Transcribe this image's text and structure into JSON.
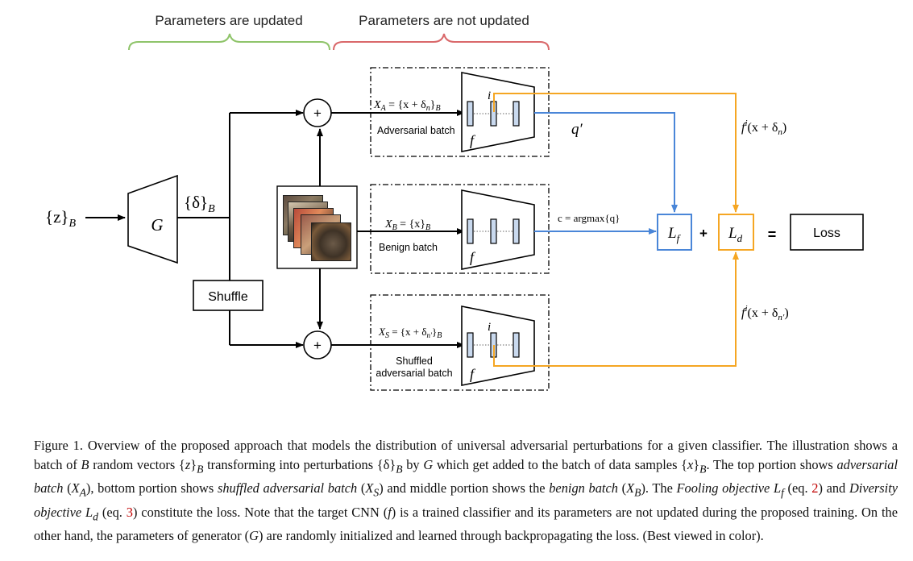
{
  "colors": {
    "green": "#8fc46a",
    "red": "#d9686a",
    "blue": "#4a86d8",
    "orange": "#f5a623",
    "black": "#000000",
    "layer_fill": "#c9d9ee"
  },
  "headers": {
    "updated": "Parameters are updated",
    "not_updated": "Parameters are not updated"
  },
  "input": {
    "label": "{z}",
    "sub": "B"
  },
  "generator": {
    "label": "G"
  },
  "perturbation": {
    "label": "{δ}",
    "sub": "B"
  },
  "shuffle": {
    "label": "Shuffle"
  },
  "plus_symbol": "+",
  "equals_symbol": "=",
  "adv": {
    "formula_main": "X",
    "formula_sub": "A",
    "formula_rest": " = {x + δ",
    "formula_rest_sub": "n",
    "formula_end": "}",
    "formula_end_sub": "B",
    "caption": "Adversarial batch",
    "f": "f",
    "i": "i"
  },
  "benign": {
    "formula_main": "X",
    "formula_sub": "B",
    "formula_rest": " = {x}",
    "formula_rest_sub": "B",
    "caption": "Benign batch",
    "f": "f"
  },
  "shuf": {
    "formula_main": "X",
    "formula_sub": "S",
    "formula_rest": " = {x + δ",
    "formula_rest_sub": "n′",
    "formula_end": "}",
    "formula_end_sub": "B",
    "caption_line1": "Shuffled",
    "caption_line2": "adversarial batch",
    "f": "f",
    "i": "i"
  },
  "edges": {
    "q_prime": "q′",
    "argmax": "c = argmax{q}",
    "fi_top_main": "f",
    "fi_top_sup": "i",
    "fi_top_rest": "(x + δ",
    "fi_top_sub": "n",
    "fi_top_end": ")",
    "fi_bot_main": "f",
    "fi_bot_sup": "i",
    "fi_bot_rest": "(x + δ",
    "fi_bot_sub": "n′",
    "fi_bot_end": ")"
  },
  "losses": {
    "lf_main": "L",
    "lf_sub": "f",
    "ld_main": "L",
    "ld_sub": "d",
    "loss": "Loss"
  },
  "caption": {
    "p1": "Figure 1. Overview of the proposed approach that models the distribution of universal adversarial perturbations for a given classifier. The illustration shows a batch of ",
    "B1": "B",
    "p2": " random vectors {",
    "z": "z",
    "p3": "}",
    "sub1": "B",
    "p4": " transforming into perturbations {δ}",
    "sub2": "B",
    "p5": " by ",
    "G1": "G",
    "p6": " which get added to the batch of data samples {",
    "x": "x",
    "p7": "}",
    "sub3": "B",
    "p8": ". The top portion shows ",
    "adv_batch": "adversarial batch",
    "p9": " (",
    "XA": "X",
    "sub4": "A",
    "p10": "), bottom portion shows ",
    "shuf_batch": "shuffled adversarial batch",
    "p11": " (",
    "XS": "X",
    "sub5": "S",
    "p12": ") and middle portion shows the ",
    "benign_batch": "benign batch",
    "p13": " (",
    "XB": "X",
    "sub6": "B",
    "p14": "). The ",
    "fooling": "Fooling objective",
    "p15": " ",
    "Lf": "L",
    "sub7": "f",
    "p16": " (eq. ",
    "eq2": "2",
    "p17": ") and ",
    "diversity": "Diversity objective",
    "p18": " ",
    "Ld": "L",
    "sub8": "d",
    "p19": " (eq. ",
    "eq3": "3",
    "p20": ") constitute the loss. Note that the target CNN (",
    "f1": "f",
    "p21": ") is a trained classifier and its parameters are not updated during the proposed training. On the other hand, the parameters of generator (",
    "G2": "G",
    "p22": ") are randomly initialized and learned through backpropagating the loss. (Best viewed in color)."
  }
}
